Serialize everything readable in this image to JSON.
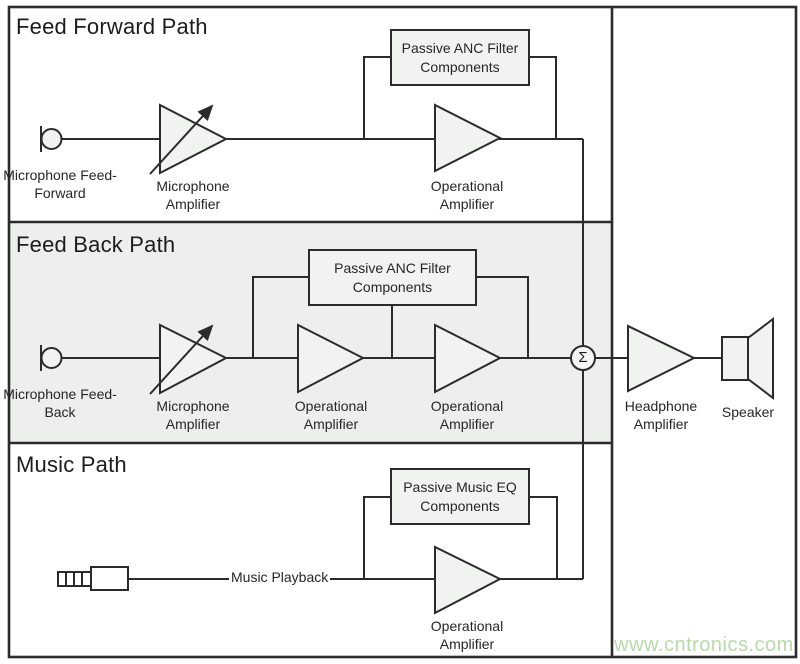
{
  "diagram": {
    "feed_forward": {
      "title": "Feed Forward Path",
      "mic_label": "Microphone Feed-Forward",
      "mic_amp_label": "Microphone Amplifier",
      "filter_label": "Passive ANC Filter Components",
      "op_amp_label": "Operational Amplifier"
    },
    "feed_back": {
      "title": "Feed Back Path",
      "mic_label": "Microphone Feed-Back",
      "mic_amp_label": "Microphone Amplifier",
      "filter_label": "Passive ANC Filter Components",
      "op_amp1_label": "Operational Amplifier",
      "op_amp2_label": "Operational Amplifier"
    },
    "music": {
      "title": "Music Path",
      "source_label": "Music Playback",
      "eq_label": "Passive Music EQ Components",
      "op_amp_label": "Operational Amplifier"
    },
    "output": {
      "sum_symbol": "Σ",
      "headphone_amp_label": "Headphone Amplifier",
      "speaker_label": "Speaker"
    }
  },
  "watermark": "www.cntronics.com",
  "colors": {
    "line": "#2b2b2b",
    "feedback_section_bg": "#edefec",
    "shape_fill": "#f1f3f0",
    "watermark_text": "#b9d9ab"
  }
}
